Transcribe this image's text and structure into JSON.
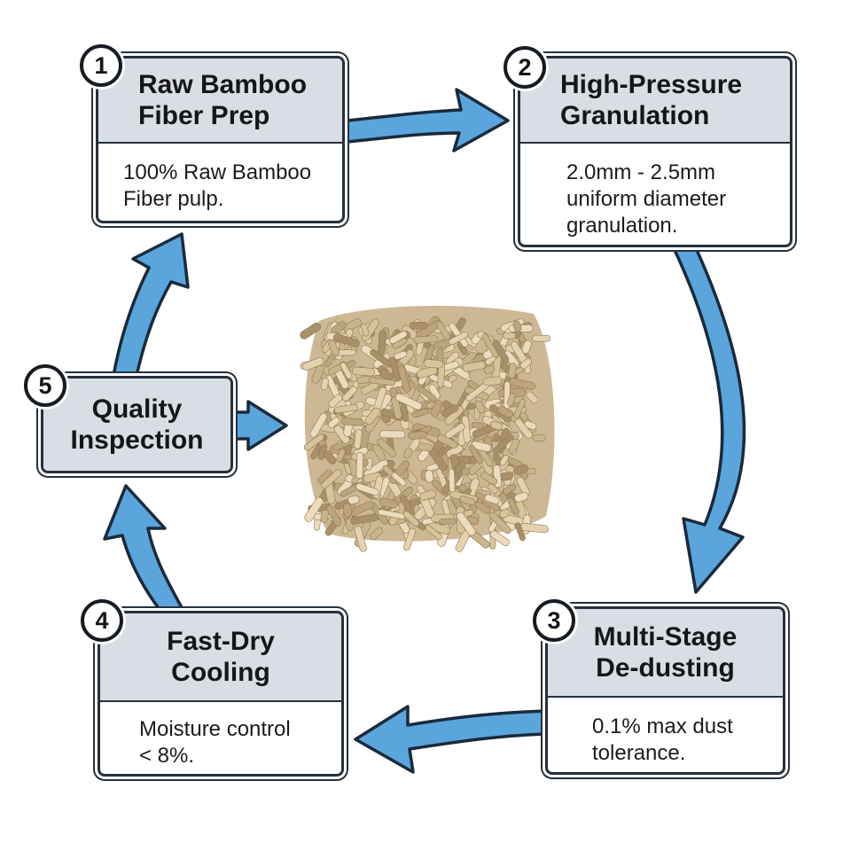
{
  "steps": [
    {
      "number": "1",
      "title": [
        "Raw Bamboo",
        "Fiber Prep"
      ],
      "description": [
        "100% Raw Bamboo",
        "Fiber pulp."
      ]
    },
    {
      "number": "2",
      "title": [
        "High-Pressure",
        "Granulation"
      ],
      "description": [
        "2.0mm - 2.5mm",
        "uniform diameter",
        "granulation."
      ]
    },
    {
      "number": "3",
      "title": [
        "Multi-Stage",
        "De-dusting"
      ],
      "description": [
        "0.1% max dust",
        "tolerance."
      ]
    },
    {
      "number": "4",
      "title": [
        "Fast-Dry",
        "Cooling"
      ],
      "description": [
        "Moisture control",
        "< 8%."
      ]
    },
    {
      "number": "5",
      "title": [
        "Quality",
        "Inspection"
      ],
      "description": []
    }
  ],
  "colors": {
    "arrow_fill": "#5aa5dc",
    "arrow_outline": "#1a2a3a",
    "box_border": "#25303b",
    "header_fill": "#d9dee5",
    "product_fill": "#cdb893"
  },
  "center_image": "bamboo-cat-litter-block"
}
